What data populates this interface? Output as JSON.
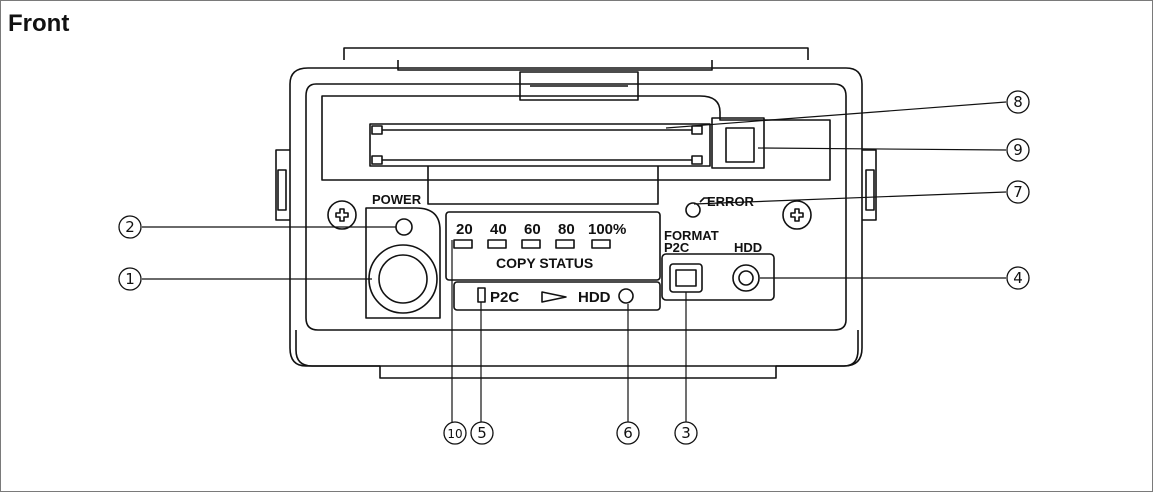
{
  "heading": "Front",
  "device_labels": {
    "power": "POWER",
    "error": "ERROR",
    "format": "FORMAT",
    "p2c_small": "P2C",
    "hdd_small": "HDD",
    "copy_status": "COPY STATUS",
    "p2c": "P2C",
    "hdd": "HDD"
  },
  "copy_status_scale": [
    "20",
    "40",
    "60",
    "80",
    "100%"
  ],
  "callouts": {
    "c1": "1",
    "c2": "2",
    "c3": "3",
    "c4": "4",
    "c5": "5",
    "c6": "6",
    "c7": "7",
    "c8": "8",
    "c9": "9",
    "c10": "10"
  }
}
